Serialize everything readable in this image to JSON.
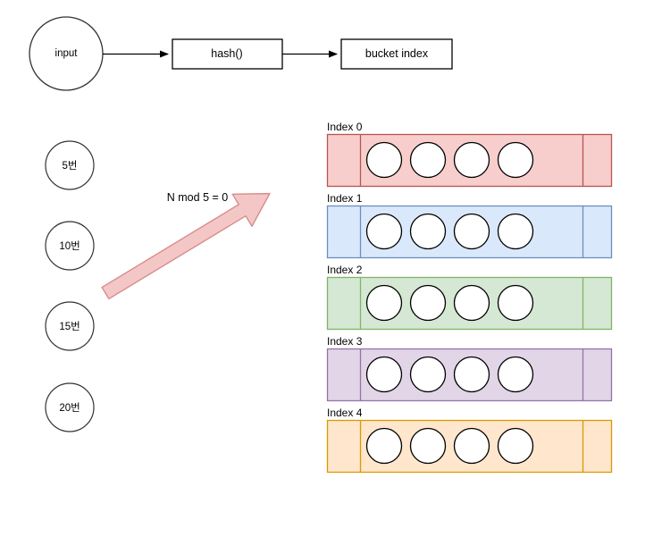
{
  "diagram": {
    "title_flow": {
      "input_node": {
        "label": "input",
        "shape": "circle"
      },
      "hash_node": {
        "label": "hash()",
        "shape": "rect"
      },
      "bucket_node": {
        "label": "bucket index",
        "shape": "rect"
      }
    },
    "key_nodes": [
      {
        "label": "5번"
      },
      {
        "label": "10번"
      },
      {
        "label": "15번"
      },
      {
        "label": "20번"
      }
    ],
    "annotation": {
      "label": "N mod 5 = 0"
    },
    "buckets": [
      {
        "label": "Index 0",
        "fill": "#f8cecc",
        "stroke": "#b85450",
        "slots": 4
      },
      {
        "label": "Index 1",
        "fill": "#dae8fc",
        "stroke": "#6c8ebf",
        "slots": 4
      },
      {
        "label": "Index 2",
        "fill": "#d5e8d4",
        "stroke": "#82b366",
        "slots": 4
      },
      {
        "label": "Index 3",
        "fill": "#e1d5e7",
        "stroke": "#9673a6",
        "slots": 4
      },
      {
        "label": "Index 4",
        "fill": "#ffe6cc",
        "stroke": "#d79b00",
        "slots": 4
      }
    ],
    "colors": {
      "arrow_fill": "#f4c7c7",
      "arrow_stroke": "#d98c8c",
      "line": "#000000",
      "node_stroke": "#333333"
    }
  }
}
